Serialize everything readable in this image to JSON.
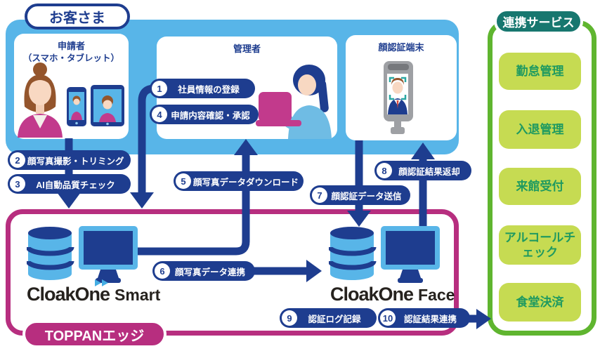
{
  "customer": {
    "label": "お客さま",
    "applicant_title": "申請者",
    "applicant_subtitle": "（スマホ・タブレット）",
    "admin_title": "管理者",
    "terminal_title": "顔認証端末"
  },
  "steps": [
    {
      "num": "1",
      "label": "社員情報の登録"
    },
    {
      "num": "2",
      "label": "顔写真撮影・トリミング"
    },
    {
      "num": "3",
      "label": "AI自動品質チェック"
    },
    {
      "num": "4",
      "label": "申請内容確認・承認"
    },
    {
      "num": "5",
      "label": "顔写真データダウンロード"
    },
    {
      "num": "6",
      "label": "顔写真データ連携"
    },
    {
      "num": "7",
      "label": "顔認証データ送信"
    },
    {
      "num": "8",
      "label": "顔認証結果返却"
    },
    {
      "num": "9",
      "label": "認証ログ記録"
    },
    {
      "num": "10",
      "label": "認証結果連携"
    }
  ],
  "toppan": {
    "label": "TOPPANエッジ",
    "smart": {
      "brand": "CloakOne",
      "suffix": "Smart"
    },
    "face": {
      "brand": "CloakOne",
      "suffix": "Face"
    }
  },
  "services": {
    "label": "連携サービス",
    "items": [
      "勤怠管理",
      "入退管理",
      "来館受付",
      "アルコールチェック",
      "食堂決済"
    ]
  },
  "colors": {
    "light_blue": "#58B5E8",
    "navy": "#1E3D8F",
    "magenta": "#B72E7F",
    "green_border": "#5FB52F",
    "service_button_bg": "#C6DB52",
    "service_button_text": "#1F9A60",
    "services_pill_bg": "#17776F",
    "logo_arrow_blue": "#45AEE4"
  }
}
